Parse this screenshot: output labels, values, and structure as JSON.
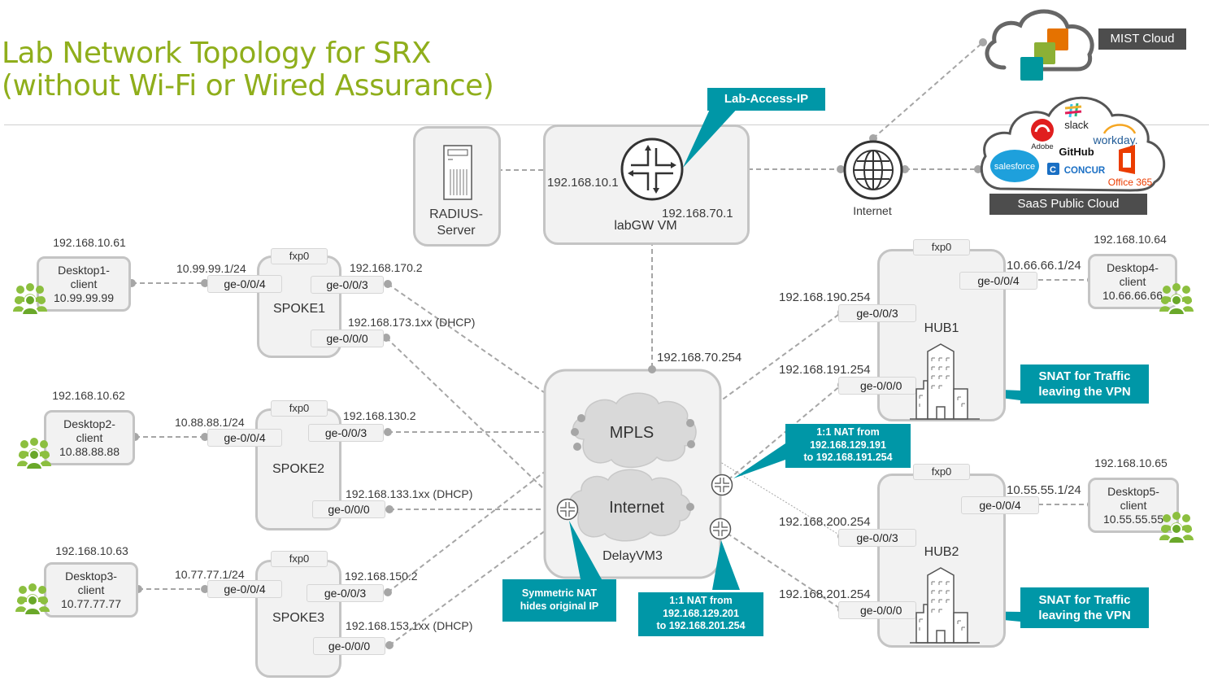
{
  "title": {
    "line1": "Lab Network Topology for SRX",
    "line2": "(without Wi-Fi or Wired Assurance)"
  },
  "colors": {
    "title_green": "#8fae1b",
    "callout_teal": "#0097a7",
    "box_fill": "#f2f2f2",
    "box_border": "#c4c4c4",
    "link_gray": "#a6a6a6",
    "tag_dark": "#4d4d4d",
    "user_green": "#7cb82f"
  },
  "clouds": {
    "mist": {
      "label": "MIST Cloud",
      "icon": "mist-cloud-icon"
    },
    "saas": {
      "label": "SaaS Public Cloud",
      "apps": [
        "Adobe",
        "slack",
        "workday.",
        "GitHub",
        "salesforce",
        "CONCUR",
        "Office 365"
      ]
    }
  },
  "radius": {
    "label_line1": "RADIUS-",
    "label_line2": "Server",
    "icon": "server-icon"
  },
  "labgw": {
    "name": "labGW VM",
    "ip_left": "192.168.10.1",
    "ip_bottom": "192.168.70.1",
    "icon": "router-icon",
    "callout": "Lab-Access-IP"
  },
  "internet_node": {
    "label": "Internet",
    "icon": "globe-icon"
  },
  "delayvm": {
    "name": "DelayVM3",
    "ip_top": "192.168.70.254",
    "mpls_label": "MPLS",
    "internet_label": "Internet"
  },
  "spokes": [
    {
      "name": "SPOKE1",
      "fxp": "fxp0",
      "lan_port": "ge-0/0/4",
      "lan_ip": "10.99.99.1/24",
      "mpls_port": "ge-0/0/3",
      "mpls_ip": "192.168.170.2",
      "inet_port": "ge-0/0/0",
      "inet_ip": "192.168.173.1xx (DHCP)"
    },
    {
      "name": "SPOKE2",
      "fxp": "fxp0",
      "lan_port": "ge-0/0/4",
      "lan_ip": "10.88.88.1/24",
      "mpls_port": "ge-0/0/3",
      "mpls_ip": "192.168.130.2",
      "inet_port": "ge-0/0/0",
      "inet_ip": "192.168.133.1xx (DHCP)"
    },
    {
      "name": "SPOKE3",
      "fxp": "fxp0",
      "lan_port": "ge-0/0/4",
      "lan_ip": "10.77.77.1/24",
      "mpls_port": "ge-0/0/3",
      "mpls_ip": "192.168.150.2",
      "inet_port": "ge-0/0/0",
      "inet_ip": "192.168.153.1xx (DHCP)"
    }
  ],
  "hubs": [
    {
      "name": "HUB1",
      "fxp": "fxp0",
      "lan_port": "ge-0/0/4",
      "lan_ip": "10.66.66.1/24",
      "mpls_port": "ge-0/0/3",
      "mpls_ip": "192.168.190.254",
      "inet_port": "ge-0/0/0",
      "inet_ip": "192.168.191.254",
      "callout_line1": "SNAT for Traffic",
      "callout_line2": "leaving the VPN"
    },
    {
      "name": "HUB2",
      "fxp": "fxp0",
      "lan_port": "ge-0/0/4",
      "lan_ip": "10.55.55.1/24",
      "mpls_port": "ge-0/0/3",
      "mpls_ip": "192.168.200.254",
      "inet_port": "ge-0/0/0",
      "inet_ip": "192.168.201.254",
      "callout_line1": "SNAT for Traffic",
      "callout_line2": "leaving the VPN"
    }
  ],
  "desktops": [
    {
      "mgmt_ip": "192.168.10.61",
      "name_line1": "Desktop1-",
      "name_line2": "client",
      "ip": "10.99.99.99"
    },
    {
      "mgmt_ip": "192.168.10.62",
      "name_line1": "Desktop2-",
      "name_line2": "client",
      "ip": "10.88.88.88"
    },
    {
      "mgmt_ip": "192.168.10.63",
      "name_line1": "Desktop3-",
      "name_line2": "client",
      "ip": "10.77.77.77"
    },
    {
      "mgmt_ip": "192.168.10.64",
      "name_line1": "Desktop4-",
      "name_line2": "client",
      "ip": "10.66.66.66"
    },
    {
      "mgmt_ip": "192.168.10.65",
      "name_line1": "Desktop5-",
      "name_line2": "client",
      "ip": "10.55.55.55"
    }
  ],
  "callouts": {
    "symmetric_nat": {
      "line1": "Symmetric NAT",
      "line2": "hides original IP"
    },
    "nat_hub1": {
      "line1": "1:1 NAT from",
      "line2": "192.168.129.191",
      "line3": "to 192.168.191.254"
    },
    "nat_hub2": {
      "line1": "1:1 NAT from",
      "line2": "192.168.129.201",
      "line3": "to 192.168.201.254"
    }
  }
}
